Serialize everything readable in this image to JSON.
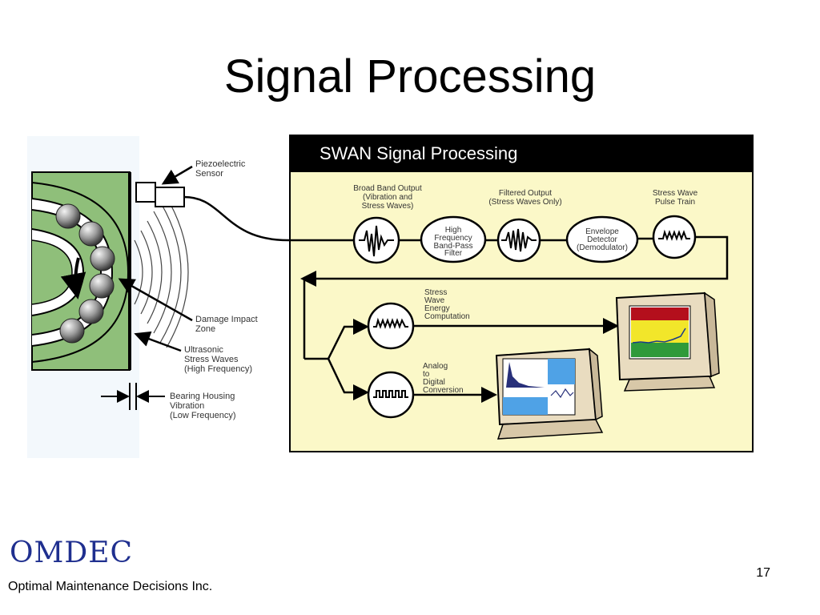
{
  "slide": {
    "title": "Signal Processing",
    "page_number": "17"
  },
  "footer": {
    "logo_text": "OMDEC",
    "company_name": "Optimal Maintenance Decisions Inc."
  },
  "diagram": {
    "panel_title": "SWAN Signal Processing",
    "labels": {
      "sensor": [
        "Piezoelectric",
        "Sensor"
      ],
      "damage": [
        "Damage Impact",
        "Zone"
      ],
      "ultrasonic": [
        "Ultrasonic",
        "Stress Waves",
        "(High Frequency)"
      ],
      "housing": [
        "Bearing Housing",
        "Vibration",
        "(Low Frequency)"
      ],
      "broadband": [
        "Broad Band Output",
        "(Vibration and",
        "Stress Waves)"
      ],
      "filtered": [
        "Filtered Output",
        "(Stress Waves Only)"
      ],
      "pulse_train": [
        "Stress Wave",
        "Pulse Train"
      ],
      "filter": [
        "High",
        "Frequency",
        "Band-Pass",
        "Filter"
      ],
      "detector": [
        "Envelope",
        "Detector",
        "(Demodulator)"
      ],
      "energy": [
        "Stress",
        "Wave",
        "Energy",
        "Computation"
      ],
      "adc": [
        "Analog",
        "to",
        "Digital",
        "Conversion"
      ]
    }
  },
  "colors": {
    "panel_background": "#fbf8c8",
    "panel_header": "#000000",
    "bearing_green": "#8fbf7a",
    "logo_blue": "#1f2f8f"
  }
}
